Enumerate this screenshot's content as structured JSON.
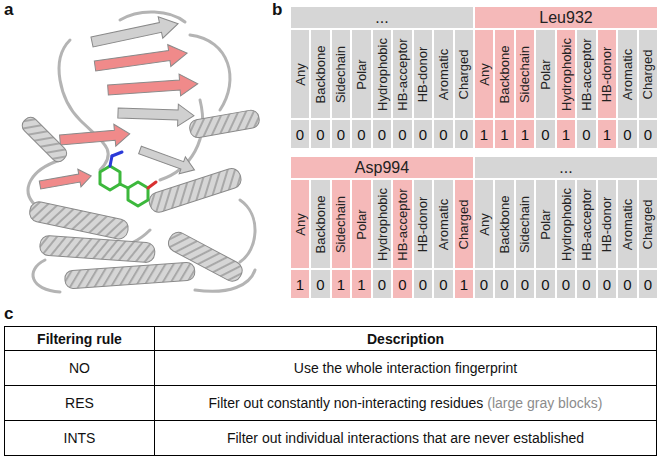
{
  "diagram": {
    "labels": [
      "a",
      "b",
      "...",
      "Leu932",
      "Any",
      "Backbone",
      "Sidechain",
      "Polar",
      "Hydrophobic",
      "HB-acceptor",
      "HB-donor",
      "Aromatic",
      "Charged",
      "Any",
      "Backbone",
      "Sidechain",
      "Polar",
      "Hydrophobic",
      "HB-acceptor",
      "HB-donor",
      "Aromatic",
      "Charged",
      "0",
      "0",
      "0",
      "0",
      "0",
      "0",
      "0",
      "0",
      "0",
      "1",
      "1",
      "1",
      "0",
      "1",
      "0",
      "1",
      "0",
      "0",
      "Asp994",
      "...",
      "Any",
      "Backbone",
      "Sidechain",
      "Polar",
      "Hydrophobic",
      "HB-acceptor",
      "HB-donor",
      "Aromatic",
      "Charged",
      "Any",
      "Backbone",
      "Sidechain",
      "Polar",
      "Hydrophobic",
      "HB-acceptor",
      "HB-donor",
      "Aromatic",
      "Charged",
      "1",
      "0",
      "1",
      "1",
      "0",
      "0",
      "0",
      "0",
      "1",
      "0",
      "0",
      "0",
      "0",
      "0",
      "0",
      "0",
      "0",
      "0",
      "c",
      "Filtering rule",
      "Description",
      "NO",
      "Use the whole interaction fingerprint",
      "RES",
      "Filter out constantly non-interacting residues",
      "(large gray blocks)",
      "INTS",
      "Filter out individual interactions that are never established"
    ]
  }
}
